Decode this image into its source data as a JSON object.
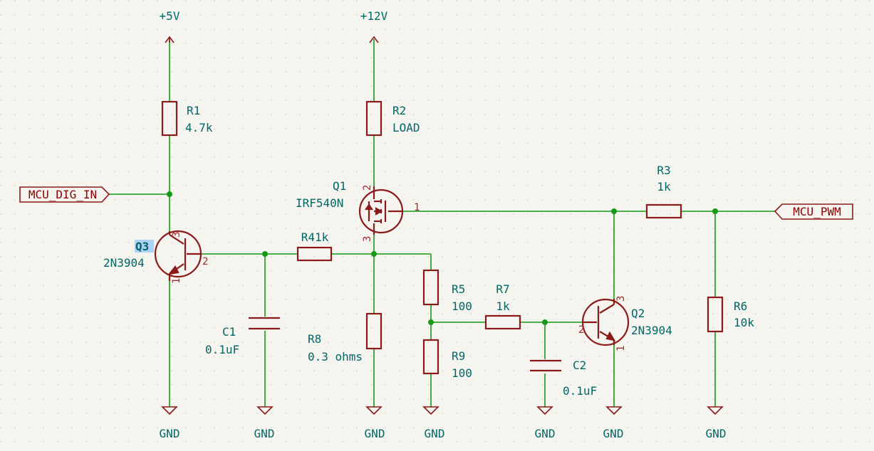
{
  "power": {
    "v5": "+5V",
    "v12": "+12V",
    "gnd": "GND"
  },
  "labels": {
    "mcu_dig_in": "MCU_DIG_IN",
    "mcu_pwm": "MCU_PWM"
  },
  "components": {
    "r1": {
      "ref": "R1",
      "value": "4.7k"
    },
    "r2": {
      "ref": "R2",
      "value": "LOAD"
    },
    "r3": {
      "ref": "R3",
      "value": "1k"
    },
    "r4": {
      "ref": "R41k"
    },
    "r5": {
      "ref": "R5",
      "value": "100"
    },
    "r6": {
      "ref": "R6",
      "value": "10k"
    },
    "r7": {
      "ref": "R7",
      "value": "1k"
    },
    "r8": {
      "ref": "R8",
      "value": "0.3 ohms"
    },
    "r9": {
      "ref": "R9",
      "value": "100"
    },
    "c1": {
      "ref": "C1",
      "value": "0.1uF"
    },
    "c2": {
      "ref": "C2",
      "value": "0.1uF"
    },
    "q1": {
      "ref": "Q1",
      "value": "IRF540N"
    },
    "q2": {
      "ref": "Q2",
      "value": "2N3904"
    },
    "q3": {
      "ref": "Q3",
      "value": "2N3904"
    }
  },
  "pins": {
    "p1": "1",
    "p2": "2",
    "p3": "3"
  },
  "colors": {
    "wire": "#159a15",
    "component": "#8b1a1a",
    "text": "#006666",
    "background": "#f5f4ef",
    "selection": "#6fb7ff"
  }
}
